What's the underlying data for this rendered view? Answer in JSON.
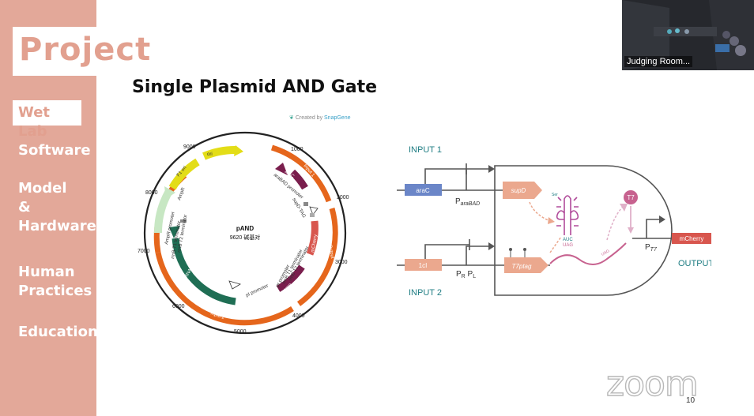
{
  "sidebar": {
    "header": "Project",
    "items": [
      {
        "label": "Wet Lab",
        "selected": true
      },
      {
        "label": "Software"
      },
      {
        "label": "Model"
      },
      {
        "label": "&"
      },
      {
        "label": "Hardware"
      },
      {
        "label": "Human"
      },
      {
        "label": "Practices"
      },
      {
        "label": "Education"
      }
    ]
  },
  "slide": {
    "title": "Single Plasmid AND Gate",
    "page_number": "10",
    "snapgene": {
      "prefix": "Created by ",
      "brand": "SnapGene"
    }
  },
  "plasmid": {
    "name": "pAND",
    "size": "9620 碱基对",
    "ticks": [
      "1000",
      "2000",
      "3000",
      "4000",
      "5000",
      "6000",
      "7000",
      "8000",
      "9000"
    ],
    "features": {
      "ori": "ori",
      "f1_ori": "F1 ori",
      "ampr": "AmpR",
      "ampr_promoter": "AmpR promoter",
      "rrnb_t2_1": "rrnB T2 terminator",
      "rrnb_t1_1": "rrnB T1 terminator",
      "t7_rnap": "T7 RNA polymerase",
      "input2": "Input 2",
      "pi_promoter": "pI promoter",
      "pr_promoter": "pr promoter",
      "rrnb_t1_2": "rrnB T1 terminator",
      "rrnb_t2_2": "rrnB T2 terminator",
      "lambda_repr": "λ repre...",
      "mcherry": "mCherry",
      "output": "Output",
      "input1": "Input 1",
      "arac": "araC",
      "arabad_promoter": "araBAD promoter",
      "supd_tag": "supD-TAG"
    }
  },
  "circuit": {
    "input1": "INPUT 1",
    "input2": "INPUT 2",
    "output": "OUTPUT",
    "arac": "araC",
    "ci": "1cI",
    "supd": "supD",
    "t7ptag": "T7ptag",
    "t7": "T7",
    "mcherry": "mCherry",
    "p_arabad_main": "P",
    "p_arabad_sub": "araBAD",
    "prpl_p1": "P",
    "prpl_r": "R",
    "prpl_p2": " P",
    "prpl_l": "L",
    "pt7_main": "P",
    "pt7_sub": "T7",
    "auc": "AUC",
    "uag": "UAG",
    "uag2": "UAG",
    "ser": "Ser"
  },
  "video": {
    "label": "Judging Room..."
  },
  "zoom_watermark": "zoom",
  "colors": {
    "sidebar": "#e3a899",
    "accent_text": "#e2a08f",
    "teal": "#1f7d83",
    "arac_blue": "#6b86c8",
    "peach": "#eba88e",
    "mcherry_red": "#d8564e",
    "t7_pink": "#c7628f",
    "plasmid_orange": "#e5661c",
    "rnap_green": "#1f6e54",
    "ori_yellow": "#e3dd17",
    "ampr_green": "#c7e7c3",
    "arac_purple": "#7a1e4d"
  }
}
